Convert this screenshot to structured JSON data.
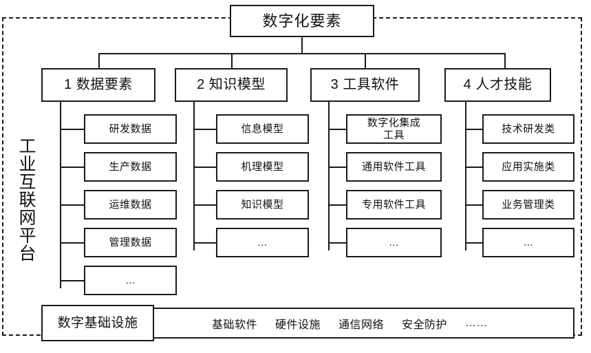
{
  "diagram": {
    "title": "数字化要素",
    "platform_label": "工业互联网平台",
    "columns": [
      {
        "header": "1 数据要素",
        "items": [
          "研发数据",
          "生产数据",
          "运维数据",
          "管理数据",
          "..."
        ]
      },
      {
        "header": "2 知识模型",
        "items": [
          "信息模型",
          "机理模型",
          "知识模型",
          "..."
        ]
      },
      {
        "header": "3 工具软件",
        "items": [
          "数字化集成\n工具",
          "通用软件工具",
          "专用软件工具",
          "..."
        ]
      },
      {
        "header": "4 人才技能",
        "items": [
          "技术研发类",
          "应用实施类",
          "业务管理类",
          "..."
        ]
      }
    ],
    "infrastructure": {
      "label": "数字基础设施",
      "items": [
        "基础软件",
        "硬件设施",
        "通信网络",
        "安全防护",
        "……"
      ]
    },
    "colors": {
      "stroke": "#1a1a1a",
      "background": "#ffffff",
      "text": "#111111"
    }
  }
}
